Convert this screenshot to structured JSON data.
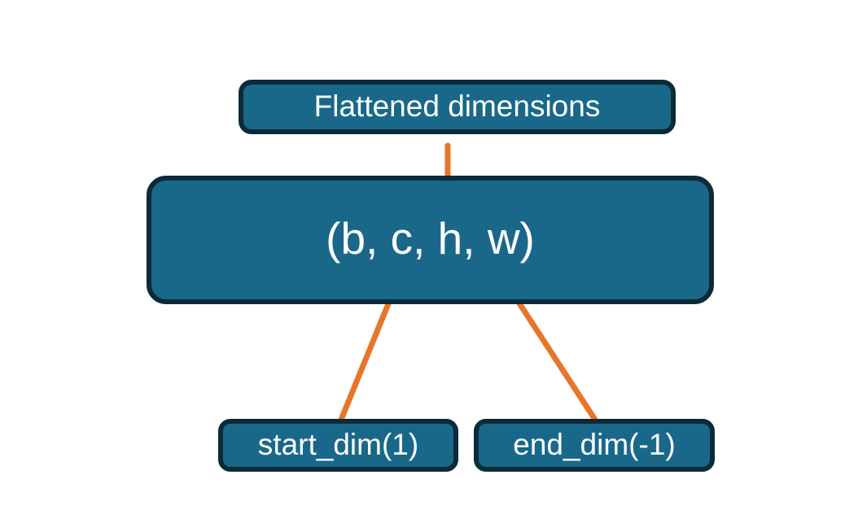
{
  "diagram": {
    "title": "Flatten dimensions diagram",
    "background_color": "#ffffff",
    "node_fill_color": "#19688A",
    "node_border_color": "#0C2A38",
    "node_text_color": "#ffffff",
    "connector_color": "#E8752A",
    "nodes": {
      "flattened": {
        "label": "Flattened dimensions"
      },
      "shape": {
        "label": "(b, c, h, w)"
      },
      "start_dim": {
        "label": "start_dim(1)"
      },
      "end_dim": {
        "label": "end_dim(-1)"
      }
    },
    "connectors": {
      "brace": {
        "name": "curly-brace-connector",
        "description": "curly brace spanning c through w pointing up to Flattened dimensions"
      },
      "start_dim_arrow": {
        "name": "start-dim-arrow",
        "description": "arrow from start_dim(1) to the c element of the tuple"
      },
      "end_dim_arrow": {
        "name": "end-dim-arrow",
        "description": "arrow from end_dim(-1) to the w element of the tuple"
      }
    }
  }
}
